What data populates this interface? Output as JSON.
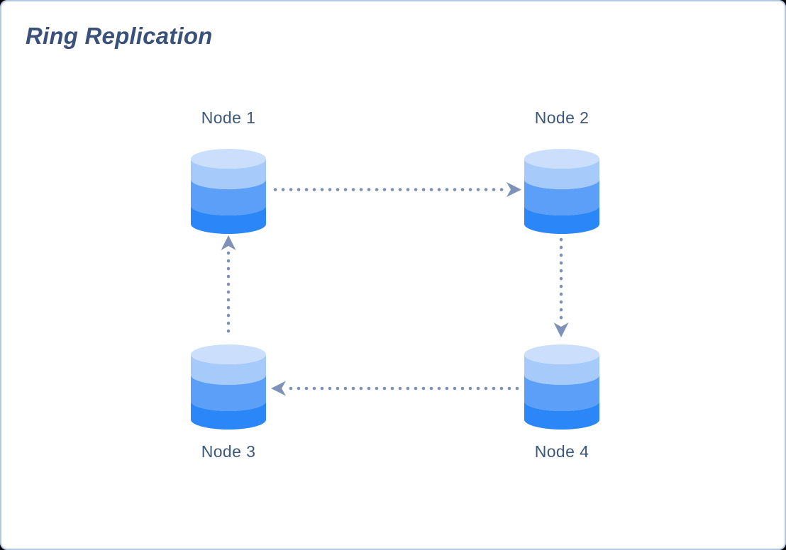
{
  "title": "Ring Replication",
  "colors": {
    "card_border": "#b5c5e6",
    "card_background": "#ffffff",
    "title_text": "#3a527a",
    "label_text": "#3d5878",
    "arrow": "#7e91b6",
    "cylinder_top": "#cbdffc",
    "cylinder_upper": "#a6cbfa",
    "cylinder_middle": "#5c9ff8",
    "cylinder_bottom": "#2b86f7"
  },
  "nodes": [
    {
      "id": "node-1",
      "label": "Node 1"
    },
    {
      "id": "node-2",
      "label": "Node 2"
    },
    {
      "id": "node-3",
      "label": "Node 3"
    },
    {
      "id": "node-4",
      "label": "Node 4"
    }
  ],
  "edges": [
    {
      "from": "Node 1",
      "to": "Node 2",
      "style": "dotted",
      "direction": "right"
    },
    {
      "from": "Node 2",
      "to": "Node 4",
      "style": "dotted",
      "direction": "down"
    },
    {
      "from": "Node 4",
      "to": "Node 3",
      "style": "dotted",
      "direction": "left"
    },
    {
      "from": "Node 3",
      "to": "Node 1",
      "style": "dotted",
      "direction": "up"
    }
  ]
}
